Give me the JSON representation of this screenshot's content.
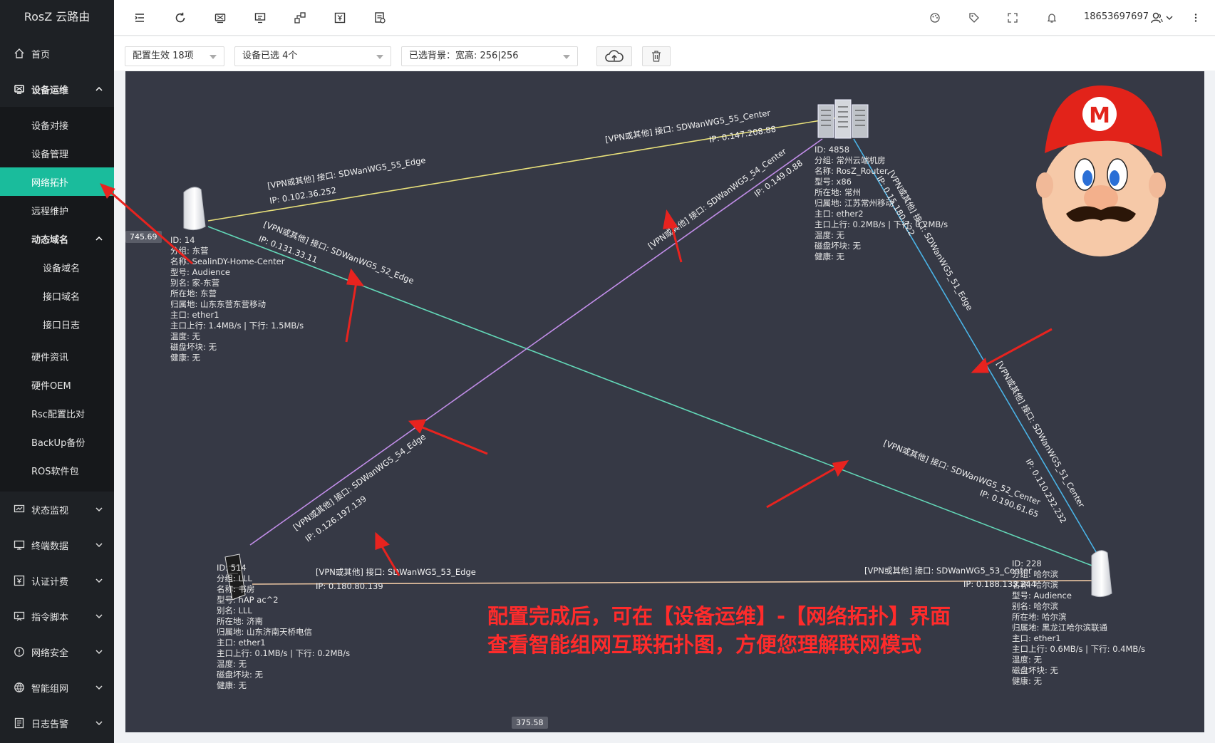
{
  "brand": "RosZ 云路由",
  "sidebar": {
    "home": "首页",
    "ops": "设备运维",
    "ops_items": [
      "设备对接",
      "设备管理",
      "网络拓扑",
      "远程维护"
    ],
    "ddns": "动态域名",
    "ddns_items": [
      "设备域名",
      "接口域名",
      "接口日志"
    ],
    "more_items": [
      "硬件资讯",
      "硬件OEM",
      "Rsc配置比对",
      "BackUp备份",
      "ROS软件包"
    ],
    "groups": [
      "状态监视",
      "终端数据",
      "认证计费",
      "指令脚本",
      "网络安全",
      "智能组网",
      "日志告警"
    ]
  },
  "header": {
    "user": "18653697697"
  },
  "toolbar": {
    "config_select": "配置生效 18项",
    "device_select": "设备已选 4个",
    "bg_select": "已选背景：宽高: 256|256"
  },
  "canvas": {
    "coord_y": "745.69",
    "coord_x": "375.58",
    "notice_line1": "配置完成后，可在【设备运维】-【网络拓扑】界面",
    "notice_line2": "查看智能组网互联拓扑图，方便您理解联网模式"
  },
  "links": {
    "l55_edge": "[VPN或其他] 接口: SDWanWG5_55_Edge",
    "l55_edge_ip": "IP: 0.102.36.252",
    "l55_center": "[VPN或其他] 接口: SDWanWG5_55_Center",
    "l55_center_ip": "IP: 0.147.208.88",
    "l52_edge": "[VPN或其他] 接口: SDWanWG5_52_Edge",
    "l52_edge_ip": "IP: 0.131.33.11",
    "l52_center": "[VPN或其他] 接口: SDWanWG5_52_Center",
    "l52_center_ip": "IP: 0.190.61.65",
    "l54_center": "[VPN或其他] 接口: SDWanWG5_54_Center",
    "l54_center_ip": "IP: 0.149.0.88",
    "l54_edge": "[VPN或其他] 接口: SDWanWG5_54_Edge",
    "l54_edge_ip": "IP: 0.126.197.139",
    "l51_edge": "[VPN或其他] 接口: SDWanWG5_51_Edge",
    "l51_edge_ip": "IP: 0.15.180.122",
    "l51_center": "[VPN或其他] 接口: SDWanWG5_51_Center",
    "l51_center_ip": "IP: 0.110.232.232",
    "l53_edge": "[VPN或其他] 接口: SDWanWG5_53_Edge",
    "l53_edge_ip": "IP: 0.180.80.139",
    "l53_center": "[VPN或其他] 接口: SDWanWG5_53_Center",
    "l53_center_ip": "IP: 0.188.133.244"
  },
  "nodes": {
    "n14": [
      "ID: 14",
      "分组: 东营",
      "名称: SealinDY-Home-Center",
      "型号: Audience",
      "别名: 家-东营",
      "所在地: 东营",
      "归属地: 山东东营东营移动",
      "主口: ether1",
      "主口上行: 1.4MB/s | 下行: 1.5MB/s",
      "温度: 无",
      "磁盘坏块: 无",
      "健康: 无"
    ],
    "n4858": [
      "ID: 4858",
      "分组: 常州云端机房",
      "名称: RosZ_Router",
      "型号: x86",
      "所在地: 常州",
      "归属地: 江苏常州移动",
      "主口: ether2",
      "主口上行: 0.2MB/s | 下行: 0.2MB/s",
      "温度: 无",
      "磁盘坏块: 无",
      "健康: 无"
    ],
    "n514": [
      "ID: 514",
      "分组: LLL",
      "名称: 书房",
      "型号: hAP ac^2",
      "别名: LLL",
      "所在地: 济南",
      "归属地: 山东济南天桥电信",
      "主口: ether1",
      "主口上行: 0.1MB/s | 下行: 0.2MB/s",
      "温度: 无",
      "磁盘坏块: 无",
      "健康: 无"
    ],
    "n228": [
      "ID: 228",
      "分组: 哈尔滨",
      "名称: 哈尔滨",
      "型号: Audience",
      "别名: 哈尔滨",
      "所在地: 哈尔滨",
      "归属地: 黑龙江哈尔滨联通",
      "主口: ether1",
      "主口上行: 0.6MB/s | 下行: 0.4MB/s",
      "温度: 无",
      "磁盘坏块: 无",
      "健康: 无"
    ]
  }
}
